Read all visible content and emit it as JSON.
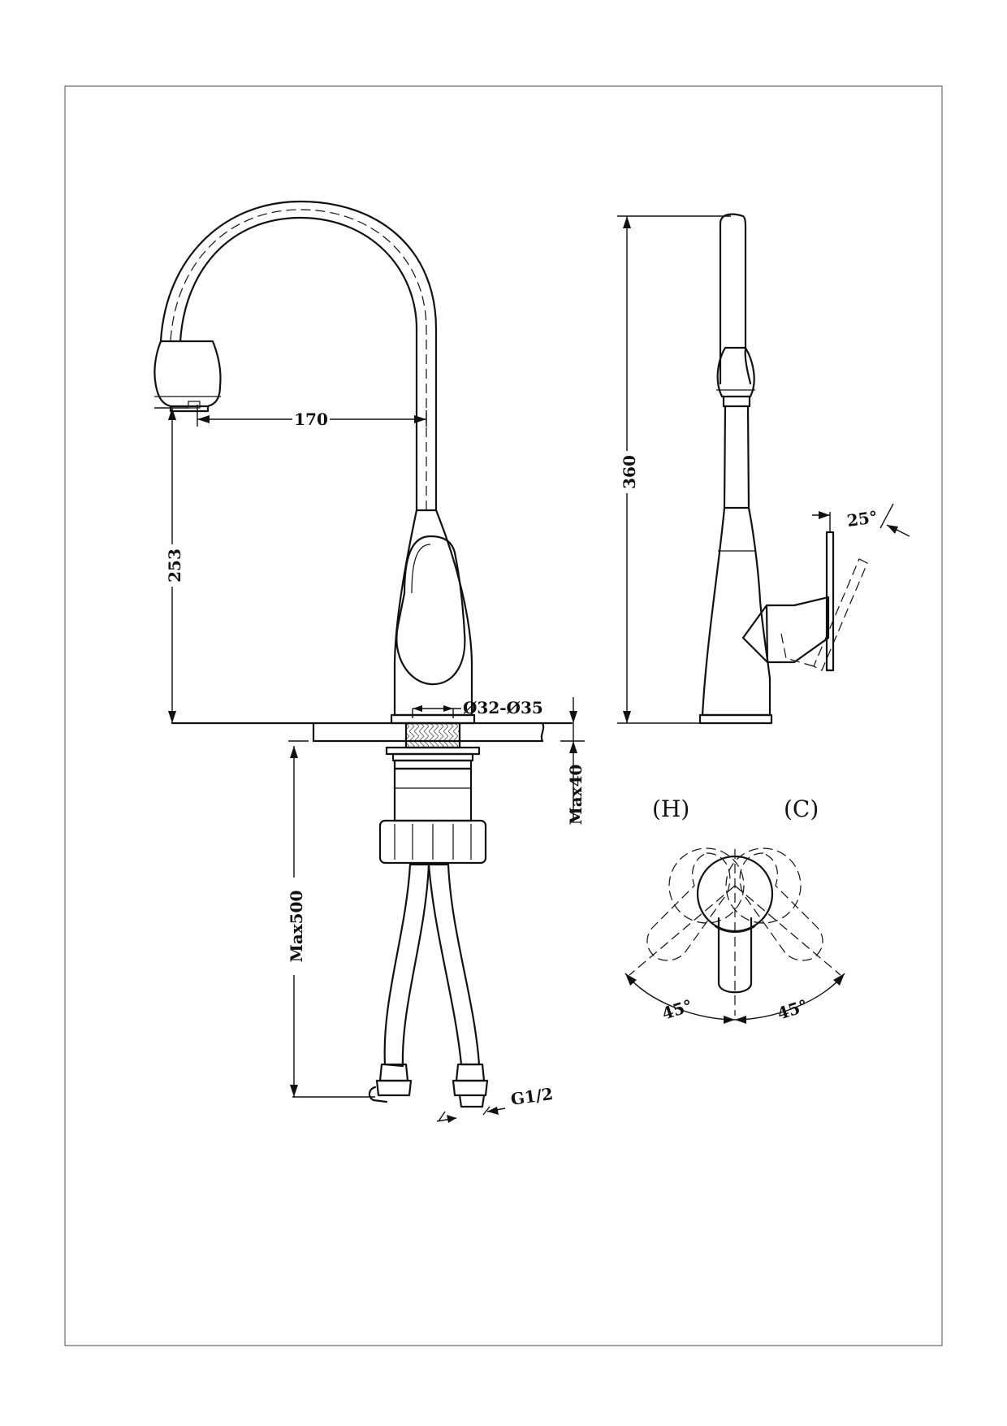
{
  "dimensions": {
    "spout_reach": "170",
    "spout_height": "253",
    "total_height": "360",
    "hole_diameter": "Ø32-Ø35",
    "deck_thickness": "Max40",
    "hose_length": "Max500",
    "hose_thread": "G1/2",
    "handle_tilt": "25°",
    "rotation_hot": "45°",
    "rotation_cold": "45°"
  },
  "handle_positions": {
    "hot_label": "(H)",
    "cold_label": "(C)"
  }
}
